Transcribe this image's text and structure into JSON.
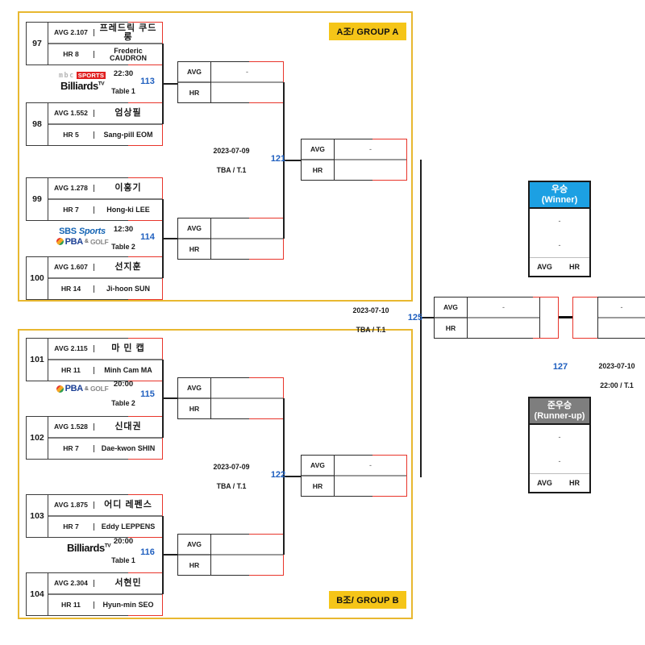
{
  "groups": [
    {
      "tag": "A조/ GROUP A",
      "matches": [
        {
          "no": "113",
          "time": "22:30",
          "table": "Table 1",
          "broadcaster": "mbc-sports-plus-billiards-tv",
          "players": [
            {
              "seed": "97",
              "avg": "AVG 2.107",
              "hr": "HR 8",
              "kr": "프레드릭 쿠드롱",
              "en": "Frederic CAUDRON"
            },
            {
              "seed": "98",
              "avg": "AVG 1.552",
              "hr": "HR 5",
              "kr": "엄상필",
              "en": "Sang-pill EOM"
            }
          ]
        },
        {
          "no": "114",
          "time": "12:30",
          "table": "Table 2",
          "broadcaster": "sbs-sports-pba-golf",
          "players": [
            {
              "seed": "99",
              "avg": "AVG 1.278",
              "hr": "HR 7",
              "kr": "이홍기",
              "en": "Hong-ki LEE"
            },
            {
              "seed": "100",
              "avg": "AVG 1.607",
              "hr": "HR 14",
              "kr": "선지훈",
              "en": "Ji-hoon SUN"
            }
          ]
        }
      ],
      "semi": {
        "no": "121",
        "date": "2023-07-09",
        "slot": "TBA / T.1"
      }
    },
    {
      "tag": "B조/ GROUP B",
      "matches": [
        {
          "no": "115",
          "time": "20:00",
          "table": "Table 2",
          "broadcaster": "pba-golf",
          "players": [
            {
              "seed": "101",
              "avg": "AVG 2.115",
              "hr": "HR 11",
              "kr": "마 민 캡",
              "en": "Minh Cam MA"
            },
            {
              "seed": "102",
              "avg": "AVG 1.528",
              "hr": "HR 7",
              "kr": "신대권",
              "en": "Dae-kwon SHIN"
            }
          ]
        },
        {
          "no": "116",
          "time": "20:00",
          "table": "Table 1",
          "broadcaster": "billiards-tv",
          "players": [
            {
              "seed": "103",
              "avg": "AVG 1.875",
              "hr": "HR 7",
              "kr": "어디 레펜스",
              "en": "Eddy LEPPENS"
            },
            {
              "seed": "104",
              "avg": "AVG 2.304",
              "hr": "HR 11",
              "kr": "서현민",
              "en": "Hyun-min SEO"
            }
          ]
        }
      ],
      "semi": {
        "no": "122",
        "date": "2023-07-09",
        "slot": "TBA / T.1"
      }
    }
  ],
  "labels": {
    "avg": "AVG",
    "hr": "HR",
    "placeholder": "-"
  },
  "finals": {
    "semifinal_left": {
      "no": "125",
      "date": "2023-07-10",
      "slot": "TBA / T.1"
    },
    "final": {
      "no": "127",
      "date": "2023-07-10",
      "slot": "22:00 / T.1"
    }
  },
  "podium": {
    "winner": {
      "kr": "우승",
      "en": "(Winner)",
      "avg": "AVG",
      "hr": "HR",
      "value": "-",
      "accent": "#1CA0E3"
    },
    "runner_up": {
      "kr": "준우승",
      "en": "(Runner-up)",
      "avg": "AVG",
      "hr": "HR",
      "value": "-",
      "accent": "#7E7E7E"
    }
  },
  "logos": {
    "mbc": "mbc",
    "sports_plus": "SPORTS",
    "billiards": "Billiards",
    "tv": "TV",
    "sbs": "SBS",
    "sbs_sports": "Sports",
    "pba": "PBA",
    "amp": "&",
    "golf": "GOLF"
  }
}
